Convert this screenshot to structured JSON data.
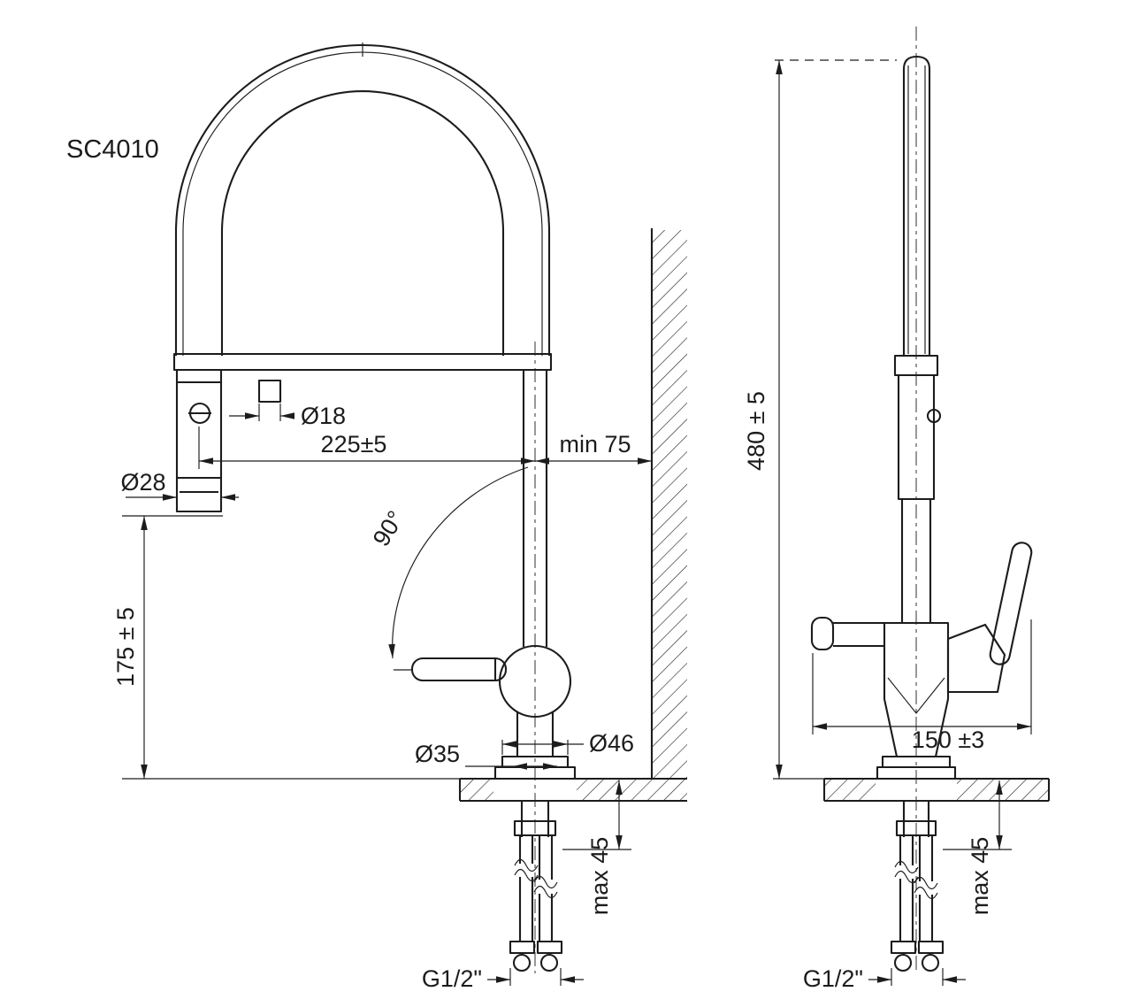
{
  "model_label": "SC4010",
  "colors": {
    "line": "#1c1c1c",
    "background": "#ffffff"
  },
  "front_view": {
    "spray_diameter": "Ø18",
    "reach": "225±5",
    "wall_clearance": "min 75",
    "head_diameter": "Ø28",
    "swivel_angle": "90°",
    "head_height": "175 ± 5",
    "body_diameter": "Ø46",
    "hole_diameter": "Ø35",
    "max_deck_thickness": "max 45",
    "thread": "G1/2\""
  },
  "side_view": {
    "overall_height": "480 ± 5",
    "overall_width": "150 ±3",
    "max_deck_thickness": "max 45",
    "thread": "G1/2\""
  }
}
